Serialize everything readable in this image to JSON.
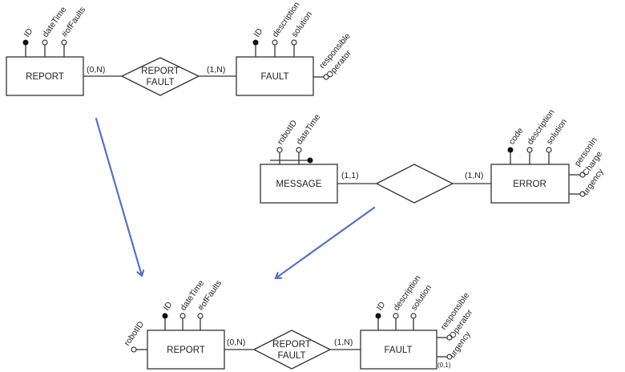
{
  "diagram": {
    "type": "entity-relationship",
    "colors": {
      "arrow": "#5572c0",
      "line": "#333333"
    },
    "top": {
      "report": {
        "name": "REPORT",
        "attributes": [
          {
            "label": "ID",
            "identifier": true
          },
          {
            "label": "dateTime",
            "identifier": false
          },
          {
            "label": "#ofFaults",
            "identifier": false
          }
        ]
      },
      "relationship": {
        "line1": "REPORT",
        "line2": "FAULT"
      },
      "cardinality_left": "(0,N)",
      "cardinality_right": "(1,N)",
      "fault": {
        "name": "FAULT",
        "attributes": [
          {
            "label": "ID",
            "identifier": true
          },
          {
            "label": "description",
            "identifier": false
          },
          {
            "label": "solution",
            "identifier": false
          }
        ],
        "side_attributes": [
          {
            "line1": "responsible",
            "line2": "Operator"
          }
        ]
      }
    },
    "middle": {
      "message": {
        "name": "MESSAGE",
        "attributes": [
          {
            "label": "robotID"
          },
          {
            "label": "dateTime"
          }
        ],
        "composite_identifier": true
      },
      "relationship": {
        "label": ""
      },
      "cardinality_left": "(1,1)",
      "cardinality_right": "(1,N)",
      "error": {
        "name": "ERROR",
        "attributes": [
          {
            "label": "code",
            "identifier": true
          },
          {
            "label": "description",
            "identifier": false
          },
          {
            "label": "solution",
            "identifier": false
          }
        ],
        "side_attributes": [
          {
            "line1": "personIn",
            "line2": "Charge"
          },
          {
            "line1": "urgency",
            "line2": ""
          }
        ]
      }
    },
    "bottom": {
      "report": {
        "name": "REPORT",
        "left_attribute": "robotID",
        "attributes": [
          {
            "label": "ID",
            "identifier": true
          },
          {
            "label": "dateTime",
            "identifier": false
          },
          {
            "label": "#ofFaults",
            "identifier": false
          }
        ]
      },
      "relationship": {
        "line1": "REPORT",
        "line2": "FAULT"
      },
      "cardinality_left": "(0,N)",
      "cardinality_right": "(1,N)",
      "fault": {
        "name": "FAULT",
        "attributes": [
          {
            "label": "ID",
            "identifier": true
          },
          {
            "label": "description",
            "identifier": false
          },
          {
            "label": "solution",
            "identifier": false
          }
        ],
        "side_attributes": [
          {
            "line1": "responsible",
            "line2": "Operator"
          },
          {
            "line1": "urgency",
            "line2": "",
            "cardinality": "(0,1)"
          }
        ]
      }
    }
  }
}
